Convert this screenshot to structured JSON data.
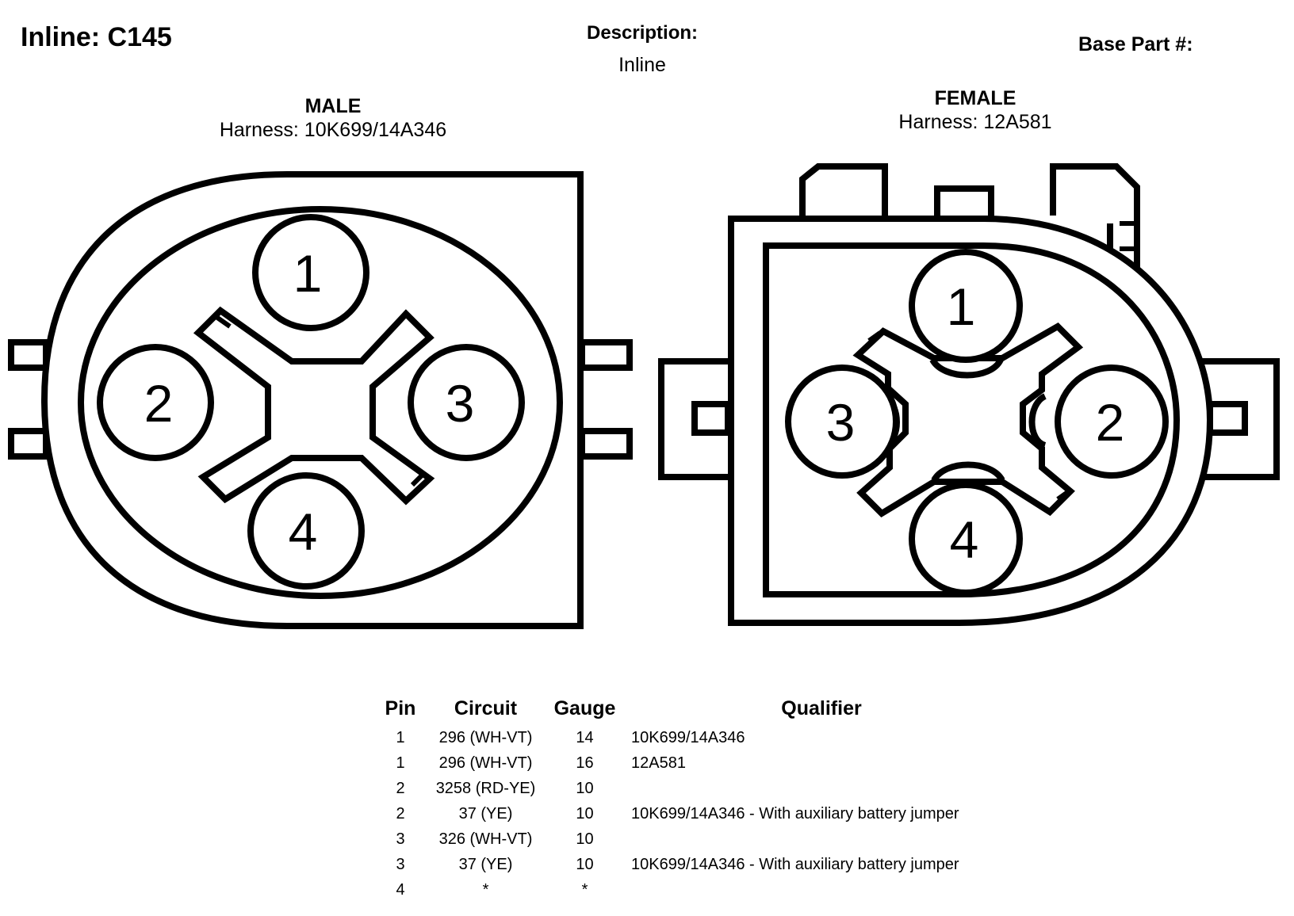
{
  "header": {
    "connector_title": "Inline: C145",
    "description_label": "Description:",
    "description_value": "Inline",
    "base_part_label": "Base Part #:"
  },
  "male": {
    "title": "MALE",
    "harness": "Harness: 10K699/14A346",
    "pins": [
      "1",
      "2",
      "3",
      "4"
    ]
  },
  "female": {
    "title": "FEMALE",
    "harness": "Harness: 12A581",
    "pins": [
      "1",
      "2",
      "3",
      "4"
    ]
  },
  "table": {
    "headers": {
      "pin": "Pin",
      "circuit": "Circuit",
      "gauge": "Gauge",
      "qualifier": "Qualifier"
    },
    "rows": [
      {
        "pin": "1",
        "circuit": "296 (WH-VT)",
        "gauge": "14",
        "qualifier": "10K699/14A346"
      },
      {
        "pin": "1",
        "circuit": "296 (WH-VT)",
        "gauge": "16",
        "qualifier": "12A581"
      },
      {
        "pin": "2",
        "circuit": "3258 (RD-YE)",
        "gauge": "10",
        "qualifier": ""
      },
      {
        "pin": "2",
        "circuit": "37 (YE)",
        "gauge": "10",
        "qualifier": "10K699/14A346 - With auxiliary battery jumper"
      },
      {
        "pin": "3",
        "circuit": "326 (WH-VT)",
        "gauge": "10",
        "qualifier": ""
      },
      {
        "pin": "3",
        "circuit": "37 (YE)",
        "gauge": "10",
        "qualifier": "10K699/14A346 - With auxiliary battery jumper"
      },
      {
        "pin": "4",
        "circuit": "*",
        "gauge": "*",
        "qualifier": ""
      }
    ]
  }
}
